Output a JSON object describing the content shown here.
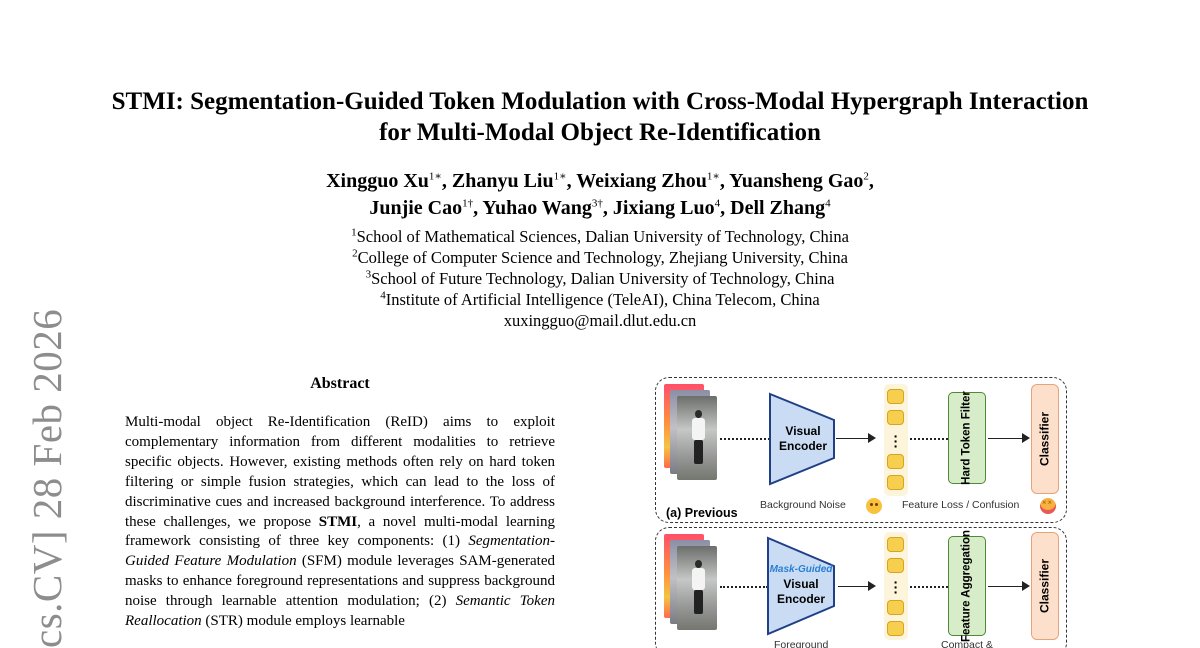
{
  "side_stamp": "cs.CV]  28 Feb 2026",
  "title": "STMI: Segmentation-Guided Token Modulation with Cross-Modal Hypergraph Interaction for Multi-Modal Object Re-Identification",
  "authors": [
    {
      "name": "Xingguo Xu",
      "mark": "1∗"
    },
    {
      "name": "Zhanyu Liu",
      "mark": "1∗"
    },
    {
      "name": "Weixiang Zhou",
      "mark": "1∗"
    },
    {
      "name": "Yuansheng Gao",
      "mark": "2"
    },
    {
      "name": "Junjie Cao",
      "mark": "1†"
    },
    {
      "name": "Yuhao Wang",
      "mark": "3†"
    },
    {
      "name": "Jixiang Luo",
      "mark": "4"
    },
    {
      "name": "Dell Zhang",
      "mark": "4"
    }
  ],
  "affiliations": [
    {
      "mark": "1",
      "text": "School of Mathematical Sciences, Dalian University of Technology, China"
    },
    {
      "mark": "2",
      "text": "College of Computer Science and Technology, Zhejiang University, China"
    },
    {
      "mark": "3",
      "text": "School of Future Technology, Dalian University of Technology, China"
    },
    {
      "mark": "4",
      "text": "Institute of Artificial Intelligence (TeleAI), China Telecom, China"
    }
  ],
  "email": "xuxingguo@mail.dlut.edu.cn",
  "abstract": {
    "heading": "Abstract",
    "p1": "Multi-modal object Re-Identification (ReID) aims to exploit complementary information from different modalities to retrieve specific objects. However, existing methods often rely on hard token filtering or simple fusion strategies, which can lead to the loss of discriminative cues and increased background interference. To address these challenges, we propose ",
    "name": "STMI",
    "p2": ", a novel multi-modal learning framework consisting of three key components: (1) ",
    "sfm": "Segmentation-Guided Feature Modulation",
    "p3": " (SFM) module leverages SAM-generated masks to enhance foreground representations and suppress background noise through learnable attention modulation; (2) ",
    "str": "Semantic Token Reallocation",
    "p4": " (STR) module employs learnable"
  },
  "figure": {
    "panel_a": {
      "encoder": "Visual Encoder",
      "filter": "Hard Token Filter",
      "classifier": "Classifier",
      "caption": "(a) Previous",
      "note_left": "Background Noise",
      "note_right": "Feature Loss / Confusion"
    },
    "panel_b": {
      "encoder_tag": "Mask-Guided",
      "encoder": "Visual Encoder",
      "aggregation": "Feature Aggregation",
      "classifier": "Classifier",
      "note_left": "Foreground",
      "note_right": "Compact &"
    },
    "colors": {
      "token_fill": "#f7cf4f",
      "filter_fill": "#d7ecc8",
      "classifier_fill": "#fde0cc",
      "mask_label": "#2a7fd4"
    }
  }
}
